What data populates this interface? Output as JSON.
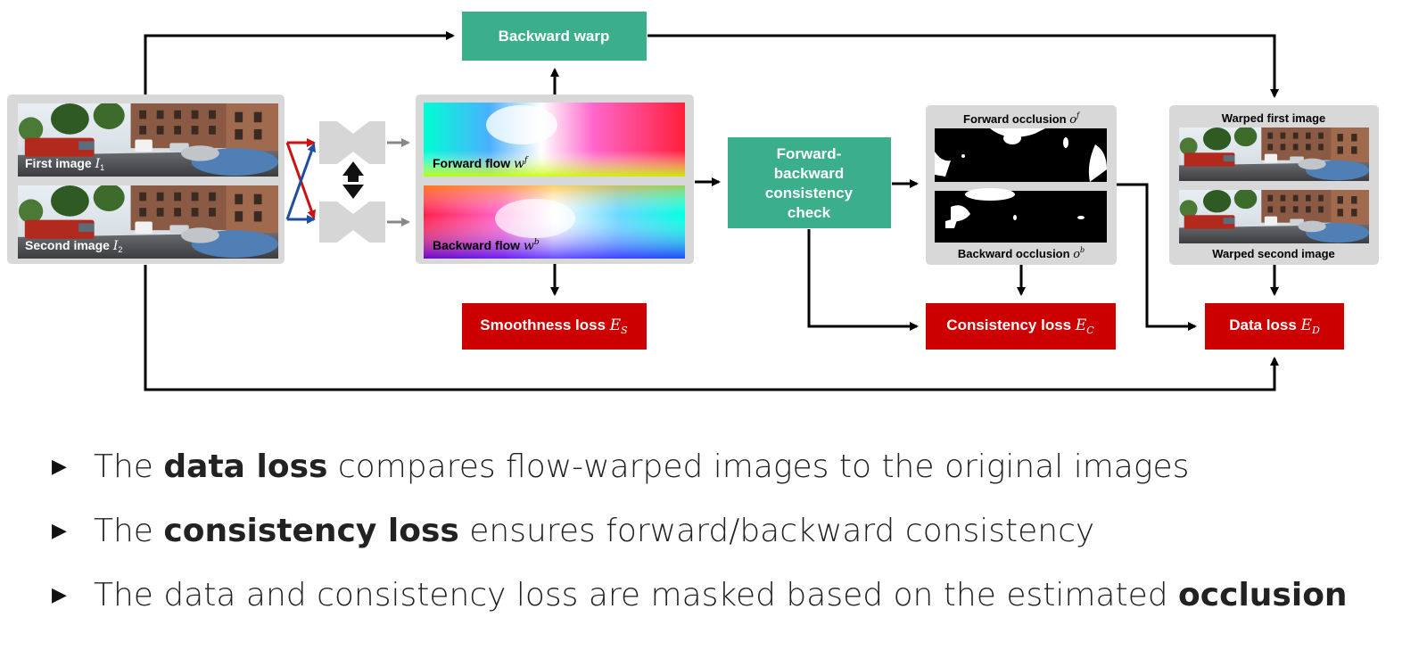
{
  "diagram": {
    "nodes": {
      "backward_warp": "Backward warp",
      "fb_check": [
        "Forward-",
        "backward",
        "consistency",
        "check"
      ],
      "smoothness_loss": {
        "text": "Smoothness loss ",
        "symbol": "E",
        "sub": "S"
      },
      "consistency_loss": {
        "text": "Consistency loss ",
        "symbol": "E",
        "sub": "C"
      },
      "data_loss": {
        "text": "Data loss ",
        "symbol": "E",
        "sub": "D"
      }
    },
    "images": {
      "first_image": {
        "text": "First image ",
        "symbol": "I",
        "sub": "1"
      },
      "second_image": {
        "text": "Second image ",
        "symbol": "I",
        "sub": "2"
      },
      "forward_flow": {
        "text": "Forward flow ",
        "symbol": "w",
        "sup": "f"
      },
      "backward_flow": {
        "text": "Backward flow ",
        "symbol": "w",
        "sup": "b"
      },
      "forward_occlusion": {
        "text": "Forward occlusion ",
        "symbol": "o",
        "sup": "f"
      },
      "backward_occlusion": {
        "text": "Backward occlusion ",
        "symbol": "o",
        "sup": "b"
      },
      "warped_first": "Warped first image",
      "warped_second": "Warped second image"
    },
    "colors": {
      "teal": "#3BAE8C",
      "red": "#CC0000",
      "panel_gray": "#D8D8D8",
      "arrow_red": "#CC1111",
      "arrow_blue": "#1E4E9E"
    }
  },
  "bullets": [
    {
      "pre": "The ",
      "bold": "data loss",
      "post": " compares flow-warped images to the original images"
    },
    {
      "pre": "The ",
      "bold": "consistency loss",
      "post": " ensures forward/backward consistency"
    },
    {
      "pre": "The data and consistency loss are masked based on the estimated ",
      "bold": "occlusion",
      "post": ""
    }
  ]
}
